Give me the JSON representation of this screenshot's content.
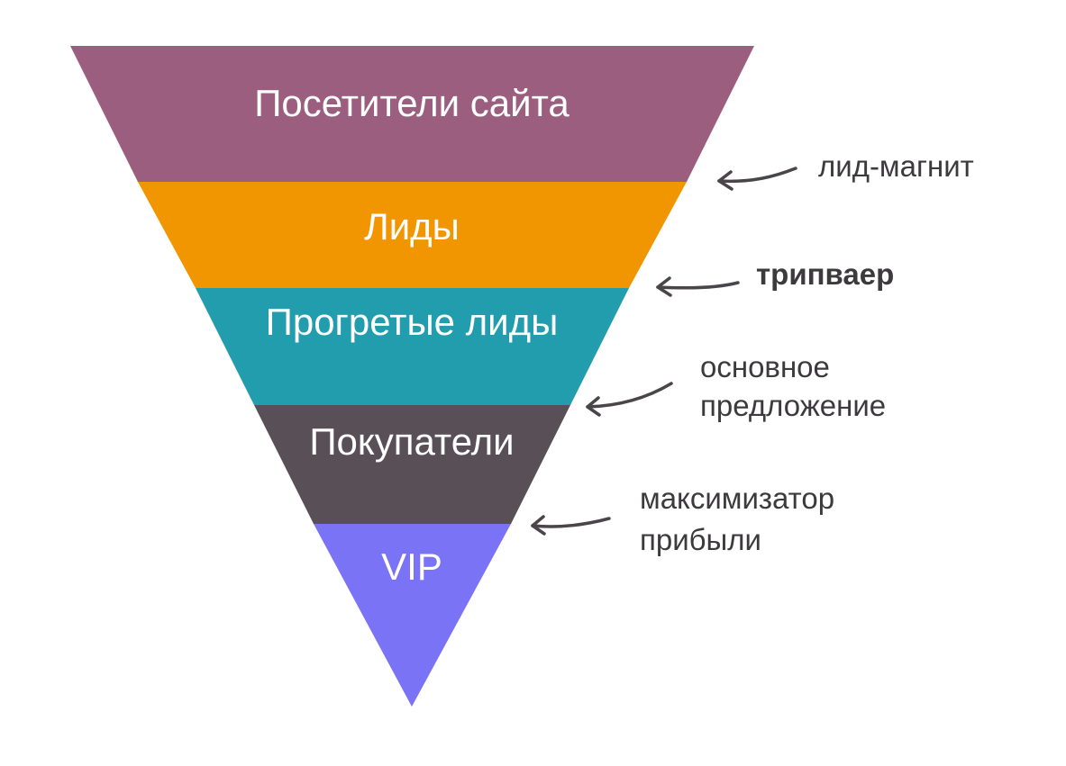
{
  "funnel": {
    "stages": [
      {
        "label": "Посетители сайта",
        "color": "#9c5e7f"
      },
      {
        "label": "Лиды",
        "color": "#f19500"
      },
      {
        "label": "Прогретые лиды",
        "color": "#229dae"
      },
      {
        "label": "Покупатели",
        "color": "#595057"
      },
      {
        "label": "VIP",
        "color": "#7b73f5"
      }
    ]
  },
  "annotations": [
    {
      "lines": [
        "лид-магнит"
      ],
      "emphasis": false
    },
    {
      "lines": [
        "трипваер"
      ],
      "emphasis": true
    },
    {
      "lines": [
        "основное",
        "предложение"
      ],
      "emphasis": false
    },
    {
      "lines": [
        "максимизатор",
        "прибыли"
      ],
      "emphasis": false
    }
  ]
}
